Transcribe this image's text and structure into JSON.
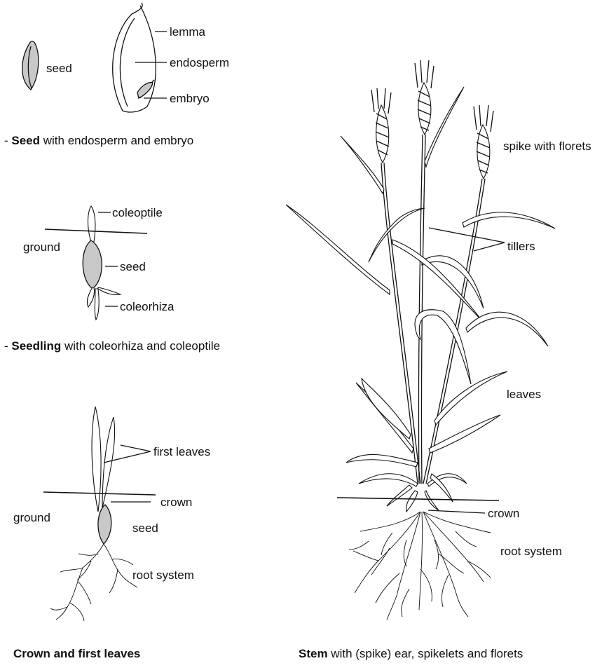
{
  "labels": {
    "seed_small": "seed",
    "lemma": "lemma",
    "endosperm": "endosperm",
    "embryo": "embryo",
    "coleoptile": "coleoptile",
    "ground_1": "ground",
    "seed_seedling": "seed",
    "coleorhiza": "coleorhiza",
    "first_leaves": "first leaves",
    "ground_2": "ground",
    "crown_small": "crown",
    "seed_crown": "seed",
    "root_system_small": "root system",
    "spike_with_florets": "spike with florets",
    "tillers": "tillers",
    "leaves": "leaves",
    "crown_plant": "crown",
    "root_system_plant": "root system"
  },
  "captions": {
    "seed_prefix": "- ",
    "seed_bold": "Seed",
    "seed_rest": " with endosperm and embryo",
    "seedling_prefix": "- ",
    "seedling_bold": "Seedling",
    "seedling_rest": " with coleorhiza and coleoptile",
    "crown_bold": "Crown and first leaves",
    "stem_bold": "Stem",
    "stem_rest": " with (spike) ear,  spikelets and florets"
  }
}
